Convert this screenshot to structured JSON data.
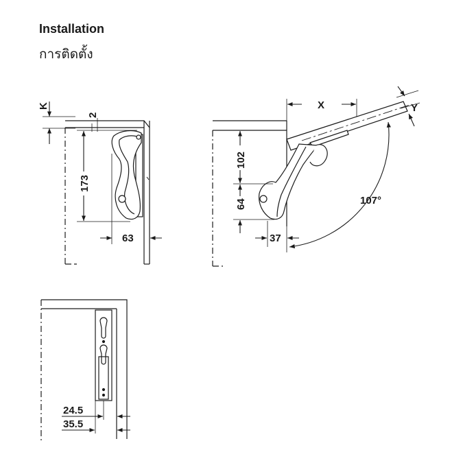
{
  "heading": {
    "title": "Installation",
    "subtitle": "การติดตั้ง"
  },
  "dimensions": {
    "k": "K",
    "two": "2",
    "h173": "173",
    "w63": "63",
    "x": "X",
    "y": "Y",
    "h102": "102",
    "h64": "64",
    "w37": "37",
    "angle": "107°",
    "w24_5": "24.5",
    "w35_5": "35.5"
  }
}
